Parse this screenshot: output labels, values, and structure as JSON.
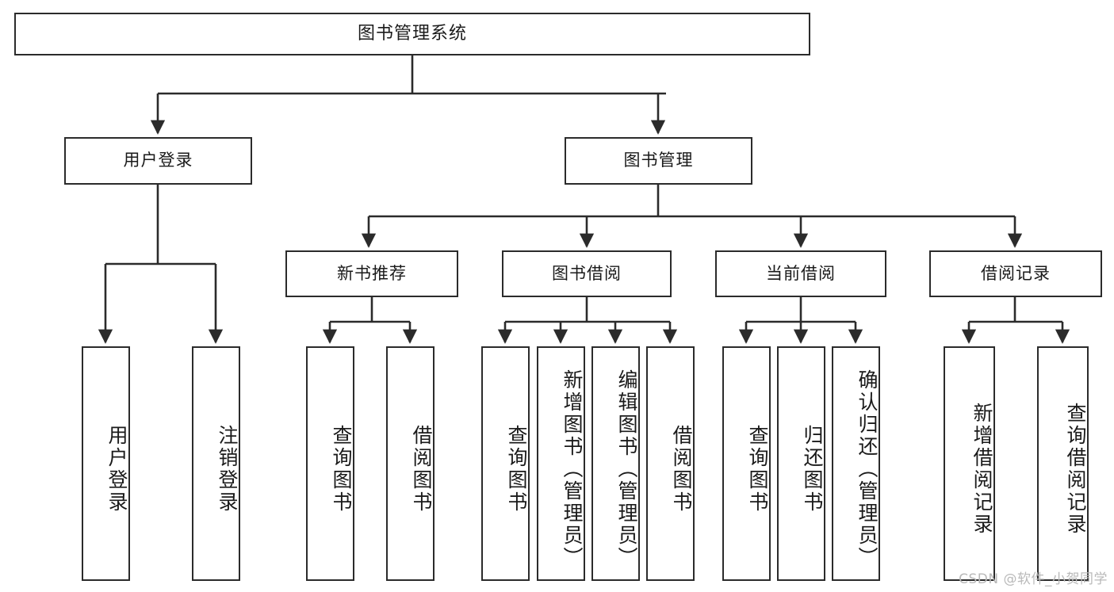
{
  "diagram": {
    "title": "图书管理系统",
    "type": "tree-hierarchy",
    "watermark": "CSDN @软件_小贺同学",
    "colors": {
      "stroke": "#2b2b2b",
      "fill": "#ffffff",
      "text": "#1a1a1a",
      "watermark": "#b9b9b9"
    },
    "levels": {
      "root": "图书管理系统",
      "level1": [
        "用户登录",
        "图书管理"
      ],
      "level2": [
        "新书推荐",
        "图书借阅",
        "当前借阅",
        "借阅记录"
      ]
    },
    "nodes": {
      "root": {
        "label": "图书管理系统"
      },
      "user_login": {
        "label": "用户登录"
      },
      "book_manage": {
        "label": "图书管理"
      },
      "new_book_rec": {
        "label": "新书推荐"
      },
      "book_borrow": {
        "label": "图书借阅"
      },
      "current_borrow": {
        "label": "当前借阅"
      },
      "borrow_record": {
        "label": "借阅记录"
      },
      "leaf_user_login": {
        "label": "用户登录"
      },
      "leaf_user_logout": {
        "label": "注销登录"
      },
      "leaf_query_book_1": {
        "label": "查询图书"
      },
      "leaf_borrow_book_1": {
        "label": "借阅图书"
      },
      "leaf_query_book_2": {
        "label": "查询图书"
      },
      "leaf_add_book": {
        "label": "新增图书（管理员）"
      },
      "leaf_edit_book": {
        "label": "编辑图书（管理员）"
      },
      "leaf_borrow_book_2": {
        "label": "借阅图书"
      },
      "leaf_query_book_3": {
        "label": "查询图书"
      },
      "leaf_return_book": {
        "label": "归还图书"
      },
      "leaf_confirm_return": {
        "label": "确认归还（管理员）"
      },
      "leaf_add_record": {
        "label": "新增借阅记录"
      },
      "leaf_query_record": {
        "label": "查询借阅记录"
      }
    },
    "edges": [
      {
        "from": "root",
        "to": "user_login"
      },
      {
        "from": "root",
        "to": "book_manage"
      },
      {
        "from": "user_login",
        "to": "leaf_user_login"
      },
      {
        "from": "user_login",
        "to": "leaf_user_logout"
      },
      {
        "from": "book_manage",
        "to": "new_book_rec"
      },
      {
        "from": "book_manage",
        "to": "book_borrow"
      },
      {
        "from": "book_manage",
        "to": "current_borrow"
      },
      {
        "from": "book_manage",
        "to": "borrow_record"
      },
      {
        "from": "new_book_rec",
        "to": "leaf_query_book_1"
      },
      {
        "from": "new_book_rec",
        "to": "leaf_borrow_book_1"
      },
      {
        "from": "book_borrow",
        "to": "leaf_query_book_2"
      },
      {
        "from": "book_borrow",
        "to": "leaf_add_book"
      },
      {
        "from": "book_borrow",
        "to": "leaf_edit_book"
      },
      {
        "from": "book_borrow",
        "to": "leaf_borrow_book_2"
      },
      {
        "from": "current_borrow",
        "to": "leaf_query_book_3"
      },
      {
        "from": "current_borrow",
        "to": "leaf_return_book"
      },
      {
        "from": "current_borrow",
        "to": "leaf_confirm_return"
      },
      {
        "from": "borrow_record",
        "to": "leaf_add_record"
      },
      {
        "from": "borrow_record",
        "to": "leaf_query_record"
      }
    ]
  }
}
